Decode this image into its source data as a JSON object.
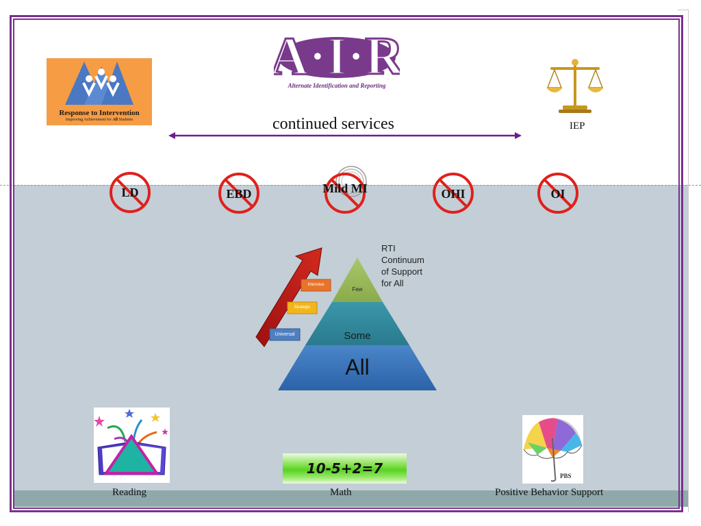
{
  "logos": {
    "air_mark": "A·I·R",
    "air_subtitle": "Alternate Identification and Reporting",
    "rti_title": "Response to Intervention",
    "rti_subtitle_pre": "Improving Achievement for ",
    "rti_subtitle_em": "All",
    "rti_subtitle_post": " Students"
  },
  "services": {
    "text": "continued services",
    "iep_label": "IEP"
  },
  "categories": [
    "LD",
    "EBD",
    "Mild MI",
    "OHI",
    "OI"
  ],
  "pyramid": {
    "title_lines": [
      "RTI",
      "Continuum",
      "of Support",
      "for All"
    ],
    "tiers": [
      "Few",
      "Some",
      "All"
    ],
    "steps": [
      "Universal",
      "Strategic",
      "Intensive"
    ]
  },
  "bottom": {
    "reading": "Reading",
    "math": "Math",
    "math_equation": "10-5+2=7",
    "pbs": "Positive Behavior Support",
    "pbs_tag": "PBS"
  },
  "colors": {
    "frame": "#7b2f8e",
    "arrow": "#6b1e8a",
    "no_symbol": "#e0201b",
    "tier_top": "#9bbb59",
    "tier_mid": "#31869b",
    "tier_base": "#3a73b8",
    "rti_bg": "#f59c44"
  },
  "icons": {
    "rti_logo": "rti-people-triangle-logo",
    "scales": "scales-of-justice-icon",
    "book": "open-book-stars-icon",
    "umbrella": "pbs-umbrella-icon",
    "no_sign": "prohibition-sign-icon"
  }
}
